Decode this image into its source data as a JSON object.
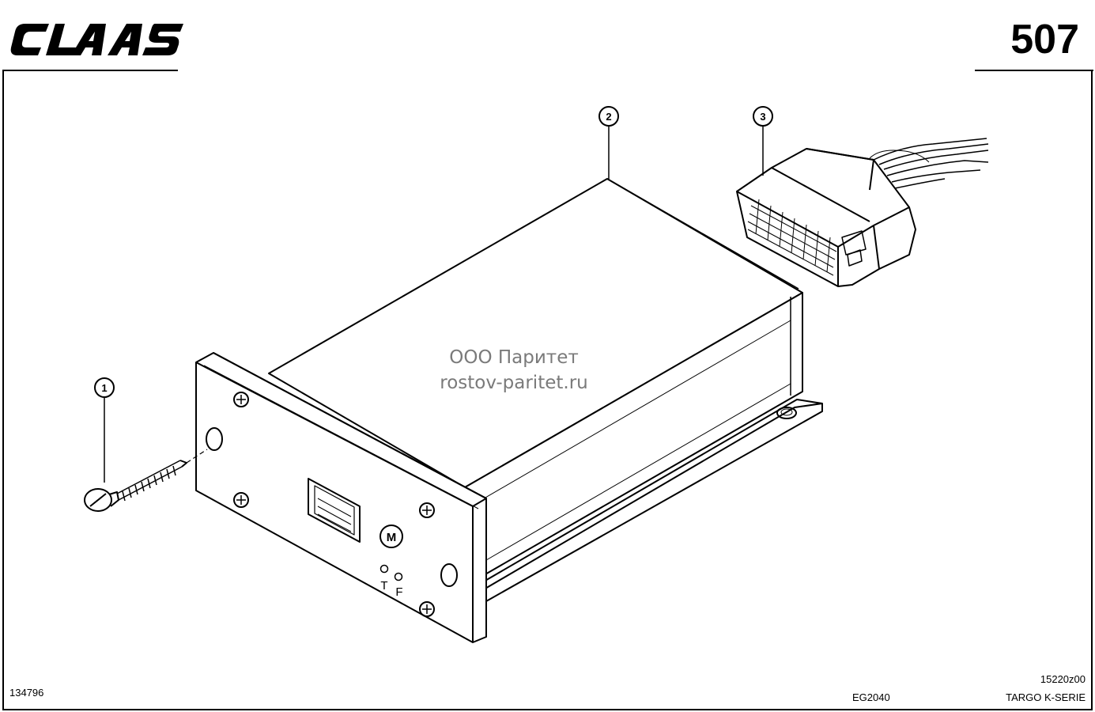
{
  "header": {
    "brand": "CLAAS",
    "page_number": "507"
  },
  "callouts": [
    {
      "label": "1"
    },
    {
      "label": "2"
    },
    {
      "label": "3"
    }
  ],
  "panel_marks": {
    "m_button": "M",
    "led_t": "T",
    "led_f": "F"
  },
  "watermark": {
    "line1": "ООО Паритет",
    "line2": "rostov-paritet.ru"
  },
  "footer": {
    "left_code": "134796",
    "center_code": "EG2040",
    "right_code": "15220z00",
    "series": "TARGO K-SERIE"
  }
}
